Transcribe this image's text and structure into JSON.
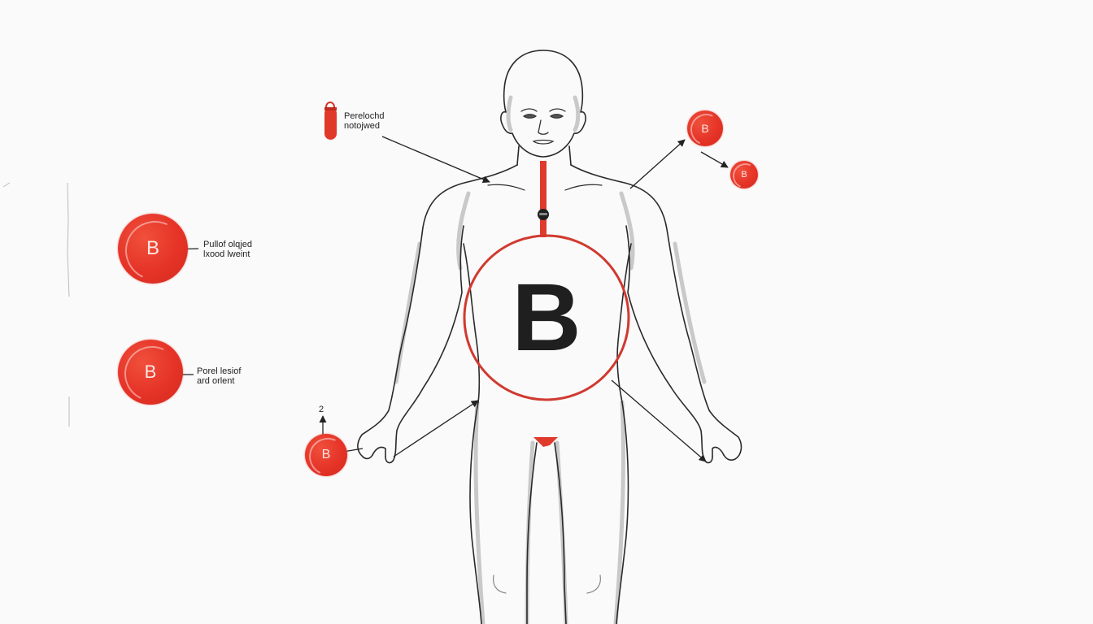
{
  "diagram": {
    "subject": "human body outline (front view)",
    "central_marker": {
      "letter": "B",
      "ring_color": "#d03a30",
      "letter_color": "#1f1f1f"
    },
    "vessel_line_color": "#e03a2c",
    "badge_color": "#e53327",
    "labels": [
      {
        "id": "vial-label",
        "line1": "Perelochd",
        "line2": "notojwed"
      },
      {
        "id": "left-top-badge-label",
        "line1": "Pullof olqjed",
        "line2": "lxood lweint"
      },
      {
        "id": "left-middle-badge-label",
        "line1": "Porel lesiof",
        "line2": "ard orlent"
      }
    ],
    "badges": [
      {
        "id": "badge-left-top",
        "letter": "B"
      },
      {
        "id": "badge-left-middle",
        "letter": "B"
      },
      {
        "id": "badge-left-hand",
        "letter": "B"
      },
      {
        "id": "badge-right-upper",
        "letter": "B"
      },
      {
        "id": "badge-right-lower",
        "letter": "B"
      }
    ],
    "markers": {
      "hand_badge_number": "2"
    },
    "icons": {
      "vial": "test-tube-icon",
      "neck_node": "node-icon"
    }
  }
}
